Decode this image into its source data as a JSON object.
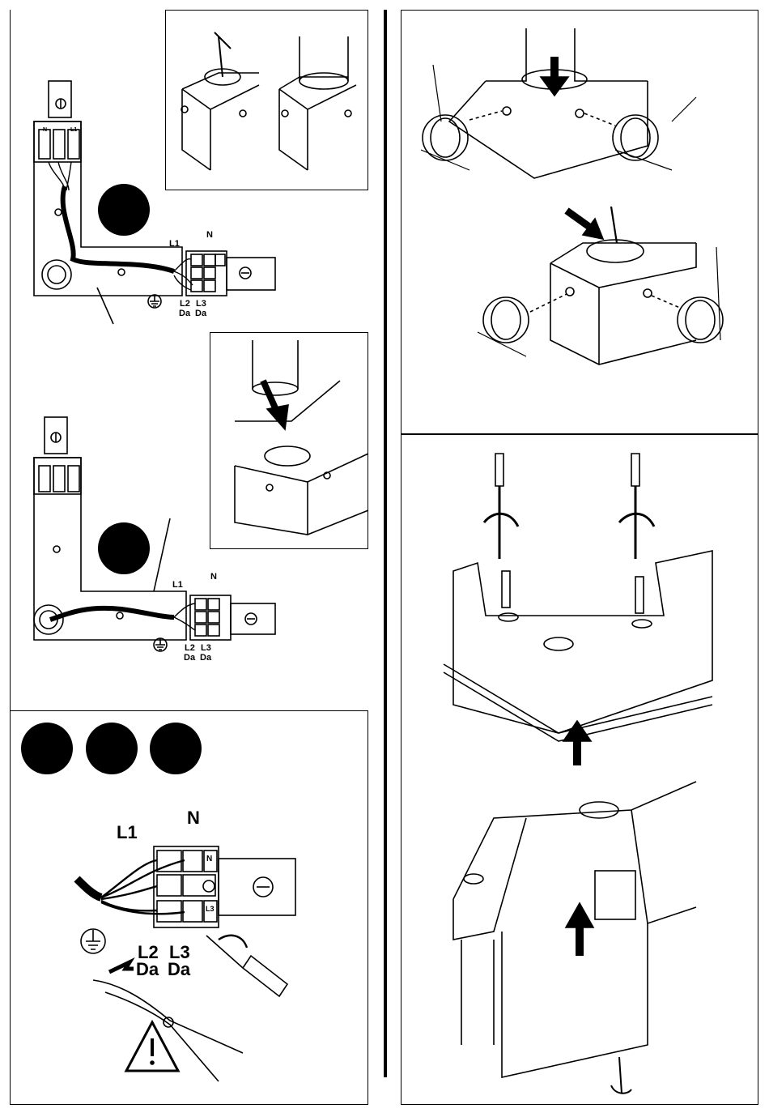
{
  "wiring_top": {
    "labels": {
      "l1": "L1",
      "n": "N",
      "l2": "L2",
      "l3": "L3",
      "da_left": "Da",
      "da_right": "Da"
    },
    "terminal_marks": [
      "N",
      "L1"
    ]
  },
  "wiring_middle": {
    "labels": {
      "l1": "L1",
      "n": "N",
      "l2": "L2",
      "l3": "L3",
      "da_left": "Da",
      "da_right": "Da"
    }
  },
  "wiring_detail": {
    "labels": {
      "l1": "L1",
      "n": "N",
      "l2": "L2",
      "l3": "L3",
      "da_left": "Da",
      "da_right": "Da"
    },
    "terminal_marks": [
      "N",
      "L3"
    ]
  },
  "icons": [
    "ground-symbol-icon",
    "warning-triangle-icon",
    "arrow-down-icon",
    "arrow-up-icon",
    "rotate-arrow-icon",
    "screwdriver-icon",
    "pliers-icon"
  ]
}
